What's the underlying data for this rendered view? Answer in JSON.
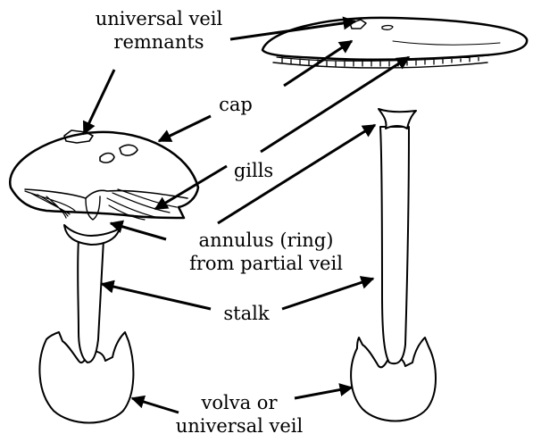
{
  "labels": {
    "universal_veil_remnants": [
      "universal veil",
      "remnants"
    ],
    "cap": "cap",
    "gills": "gills",
    "annulus": [
      "annulus (ring)",
      "from partial veil"
    ],
    "stalk": "stalk",
    "volva": [
      "volva or",
      "universal veil"
    ]
  }
}
